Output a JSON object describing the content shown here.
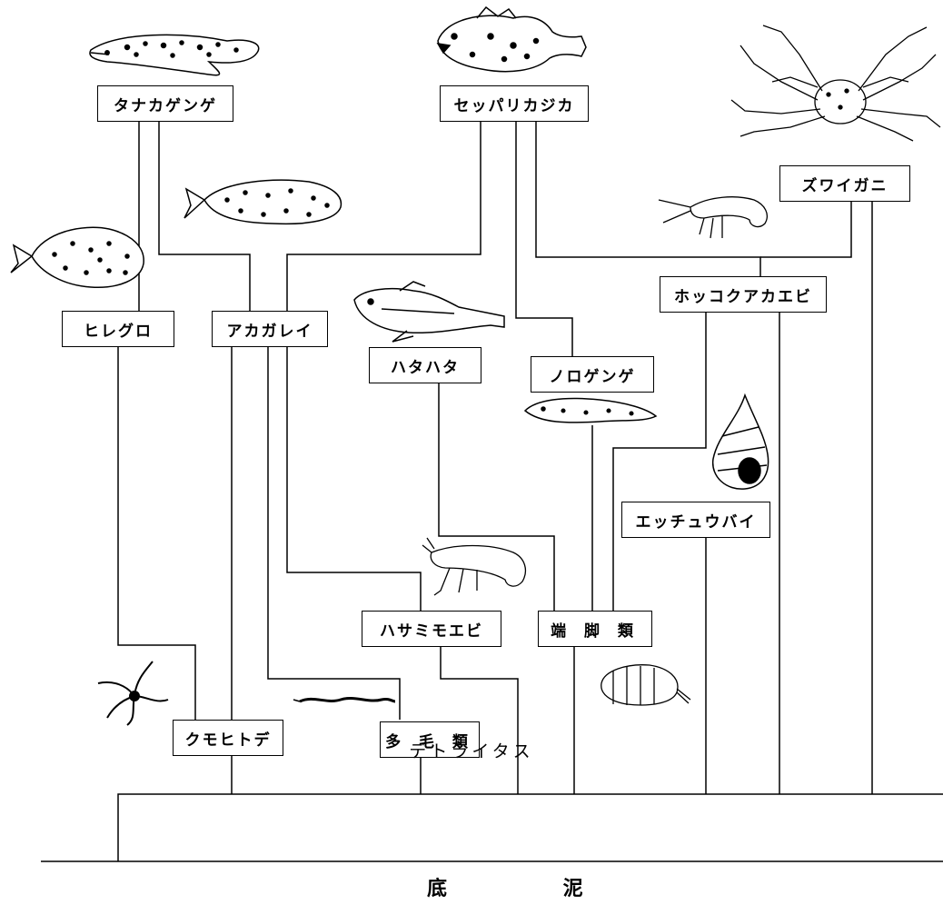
{
  "species": {
    "tanakagenge": "タナカゲンゲ",
    "seppari": "セッパリカジカ",
    "zuwaigani": "ズワイガニ",
    "hokkoku": "ホッコクアカエビ",
    "hiregro": "ヒレグロ",
    "akagarei": "アカガレイ",
    "hatahata": "ハタハタ",
    "norogenge": "ノロゲンゲ",
    "ecchu": "エッチュウバイ",
    "hasami": "ハサミモエビ",
    "tankyaku": "端 脚 類",
    "kumohitode": "クモヒトデ",
    "tamorui": "多 毛 類"
  },
  "base": {
    "detritus": "デトライタス",
    "mud": "底 泥"
  },
  "icons": [
    "snailfish-icon",
    "sculpin-icon",
    "snow-crab-icon",
    "flounder-icon",
    "sole-icon",
    "sandfish-icon",
    "eelpout-icon",
    "shrimp-icon",
    "whelk-icon",
    "mysid-shrimp-icon",
    "amphipod-icon",
    "brittle-star-icon",
    "polychaete-worm-icon"
  ]
}
